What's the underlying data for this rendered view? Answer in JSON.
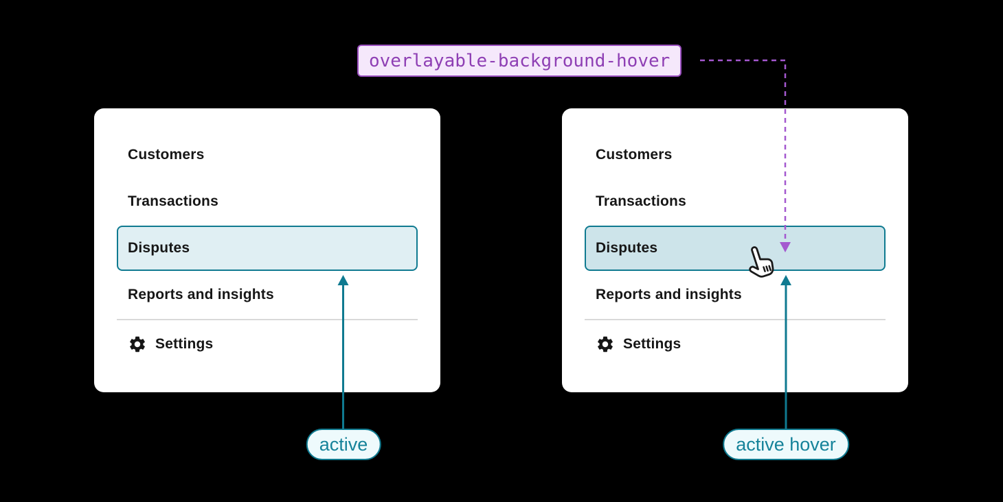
{
  "annotation": {
    "token_label": "overlayable-background-hover"
  },
  "menu": {
    "items": [
      {
        "label": "Customers"
      },
      {
        "label": "Transactions"
      },
      {
        "label": "Disputes",
        "state": "active"
      },
      {
        "label": "Reports and insights"
      }
    ],
    "settings": {
      "label": "Settings",
      "icon": "gear-icon"
    }
  },
  "captions": {
    "active": "active",
    "active_hover": "active hover"
  },
  "colors": {
    "page_bg": "#000000",
    "card_bg": "#ffffff",
    "menu_text": "#161616",
    "teal": "#0f7a90",
    "teal_text": "#16839a",
    "active_bg": "#e0eff3",
    "hover_bg": "#cde4ea",
    "pill_bg": "#eefafc",
    "divider": "#d9d9d9",
    "purple_border": "#9b4fc0",
    "purple_bg": "#f5e8fb",
    "purple_text": "#8e3fb4",
    "purple_dash": "#a458cf"
  }
}
